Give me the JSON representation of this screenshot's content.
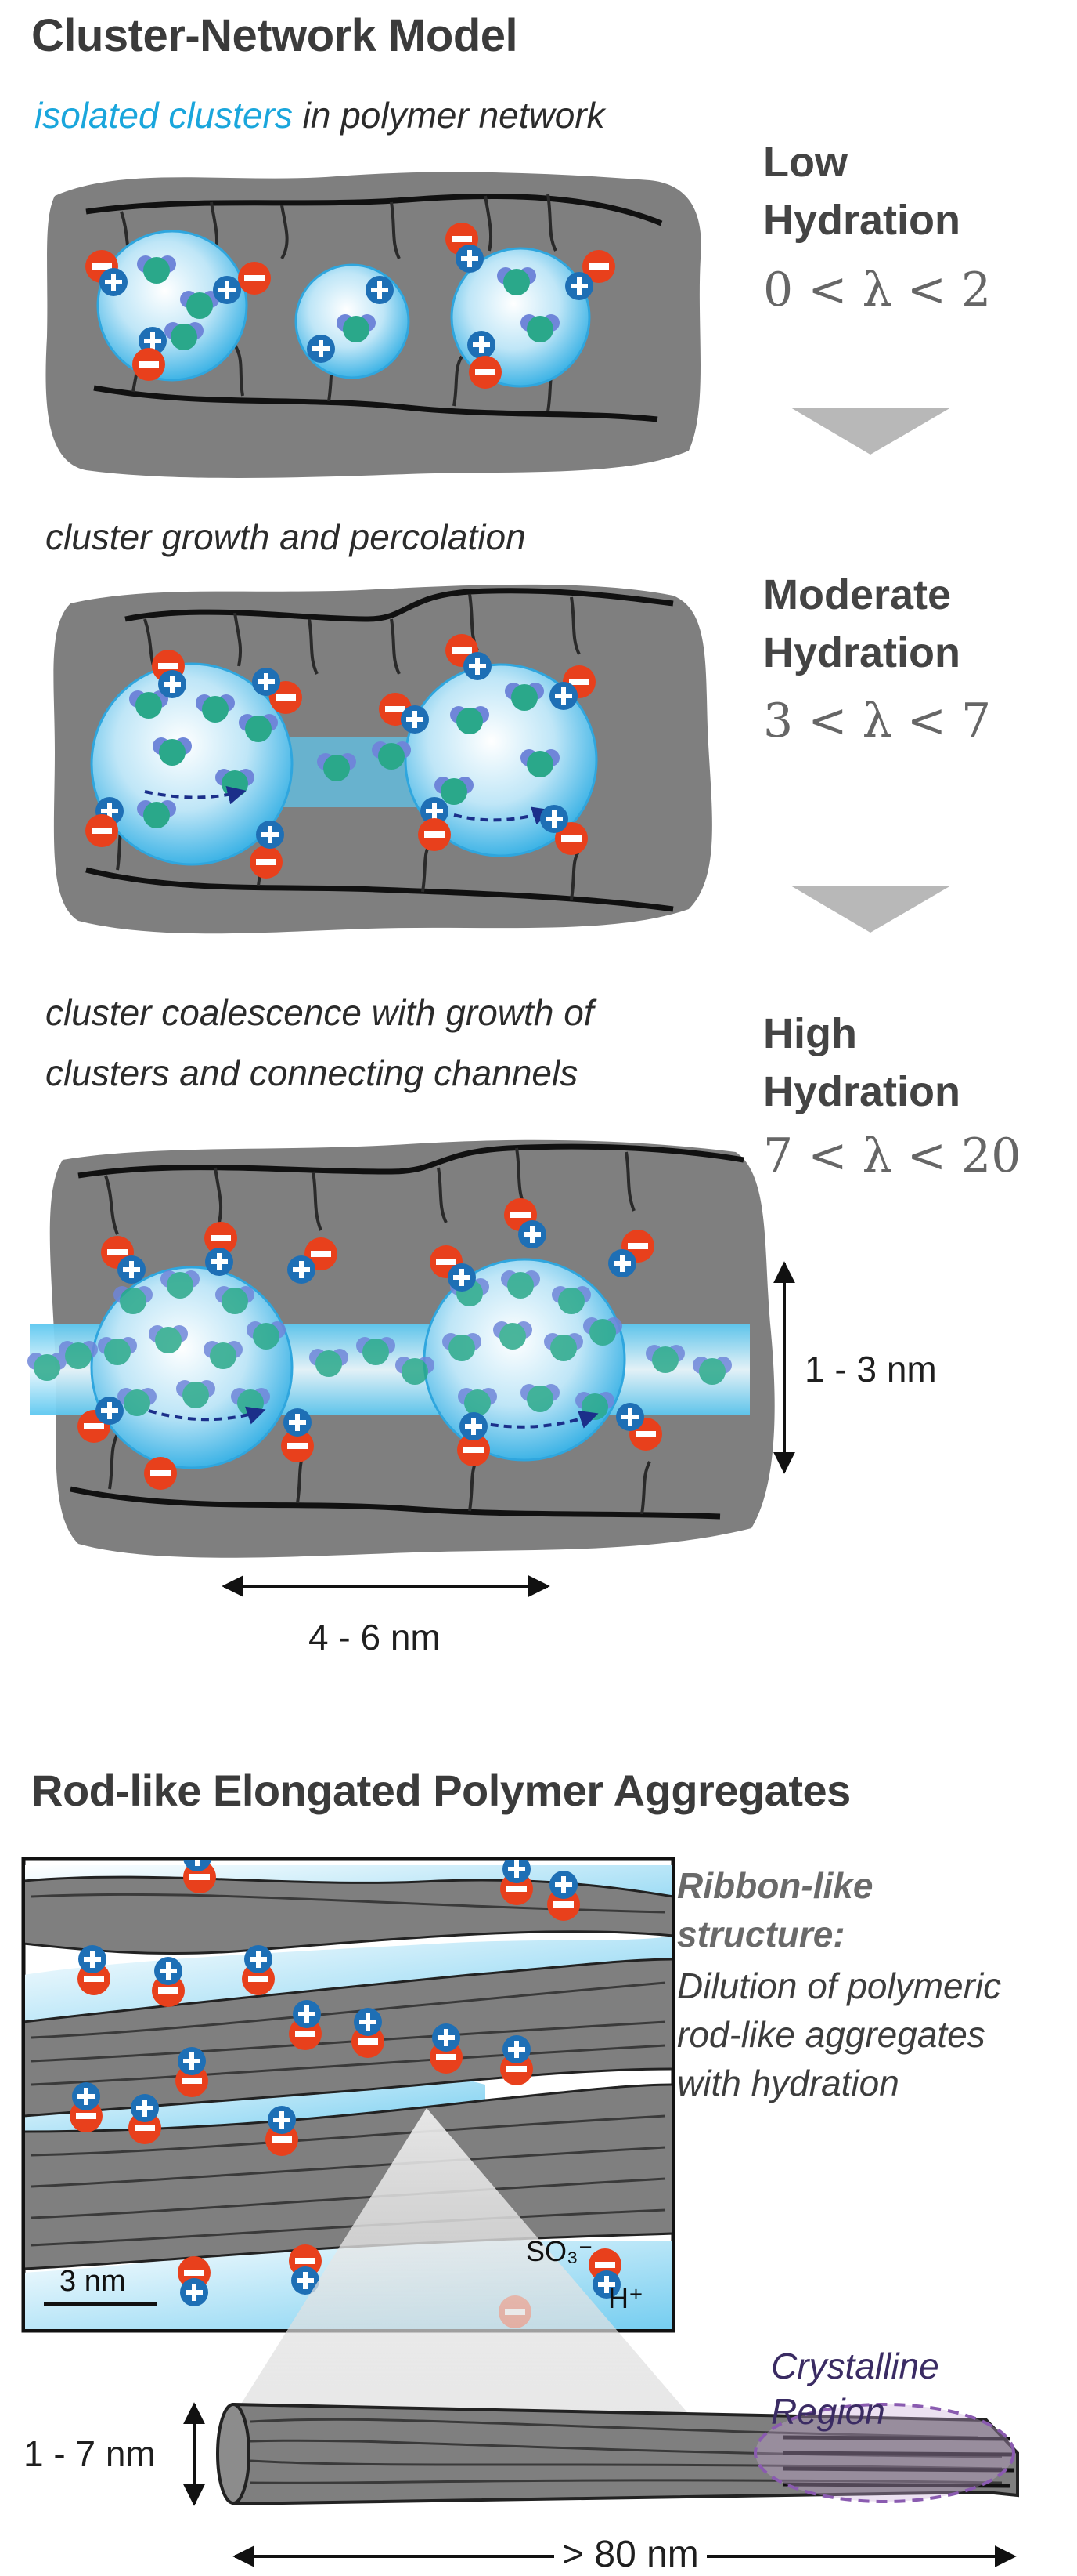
{
  "panel1": {
    "title": "Cluster-Network Model",
    "caption_highlight": "isolated clusters",
    "caption_rest": " in polymer network",
    "hydration_line1": "Low",
    "hydration_line2": "Hydration",
    "lambda_range": "0 < λ < 2"
  },
  "panel2": {
    "caption": "cluster growth and percolation",
    "hydration_line1": "Moderate",
    "hydration_line2": "Hydration",
    "lambda_range": "3 < λ < 7"
  },
  "panel3": {
    "caption_line1": "cluster coalescence with growth of",
    "caption_line2": "clusters and connecting channels",
    "hydration_line1": "High",
    "hydration_line2": "Hydration",
    "lambda_range": "7 < λ < 20",
    "height_dim": "1 - 3 nm",
    "width_dim": "4 - 6 nm"
  },
  "panel4": {
    "title": "Rod-like Elongated Polymer Aggregates",
    "side_title_line1": "Ribbon-like",
    "side_title_line2": "structure:",
    "side_desc_line1": "Dilution of polymeric",
    "side_desc_line2": "rod-like aggregates",
    "side_desc_line3": "with hydration",
    "so3_label": "SO₃⁻",
    "h_label": "H⁺",
    "scale_label": "3 nm",
    "crystalline_line1": "Crystalline",
    "crystalline_line2": "Region",
    "rod_height_dim": "1 - 7 nm",
    "rod_length_dim": "> 80 nm"
  },
  "colors": {
    "matrix": "#7f7f7f",
    "water": "#5ec8f0",
    "sulfonate": "#e8401c",
    "proton": "#1e6fb5",
    "hydronium": "#2aa88a",
    "backbone": "#111111"
  }
}
